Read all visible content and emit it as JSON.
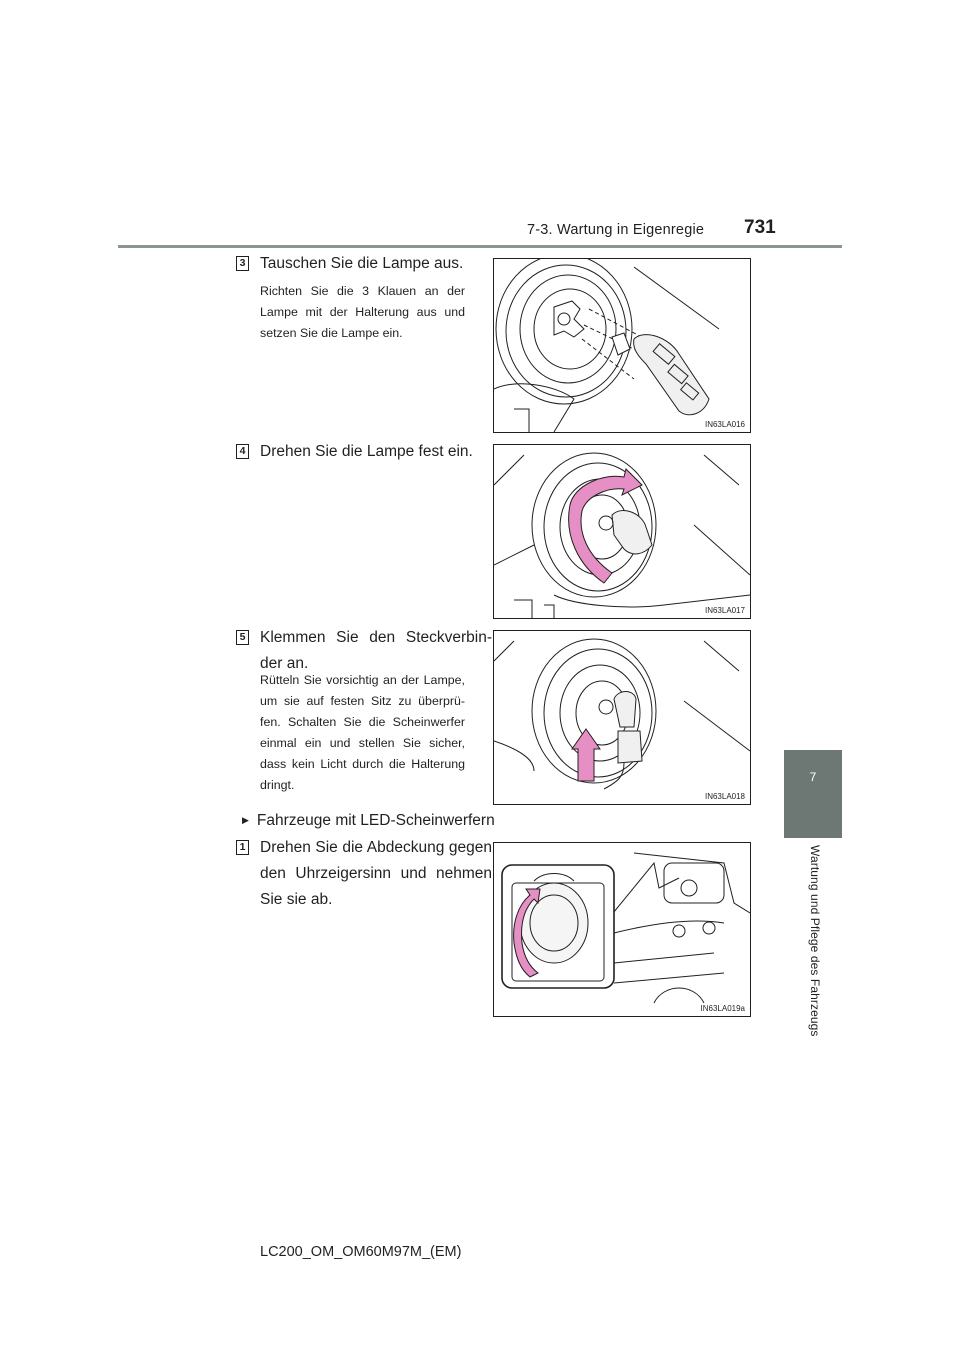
{
  "header": {
    "section": "7-3. Wartung in Eigenregie",
    "page_number": "731"
  },
  "side_tab": {
    "chapter_number": "7",
    "chapter_title": "Wartung und Pflege des Fahrzeugs"
  },
  "steps": [
    {
      "number": "3",
      "title": "Tauschen Sie die Lampe aus.",
      "description": "Richten Sie die 3 Klauen an der Lampe mit der Halterung aus und setzen Sie die Lampe ein.",
      "figure_code": "IN63LA016"
    },
    {
      "number": "4",
      "title": "Drehen Sie die Lampe fest ein.",
      "description": "",
      "figure_code": "IN63LA017"
    },
    {
      "number": "5",
      "title": "Klemmen Sie den Steckverbin-der an.",
      "description": "Rütteln Sie vorsichtig an der Lampe, um sie auf festen Sitz zu überprü-fen. Schalten Sie die Scheinwerfer einmal ein und stellen Sie sicher, dass kein Licht durch die Halterung dringt.",
      "figure_code": "IN63LA018"
    },
    {
      "number": "1",
      "title": "Drehen Sie die Abdeckung gegen den Uhrzeigersinn und nehmen Sie sie ab.",
      "description": "",
      "figure_code": "IN63LA019a"
    }
  ],
  "subheading": "Fahrzeuge mit LED-Scheinwerfern",
  "footer": "LC200_OM_OM60M97M_(EM)",
  "colors": {
    "arrow_pink": "#e58fc4",
    "tab_gray": "#6d7874",
    "rule_gray": "#8a9590"
  }
}
